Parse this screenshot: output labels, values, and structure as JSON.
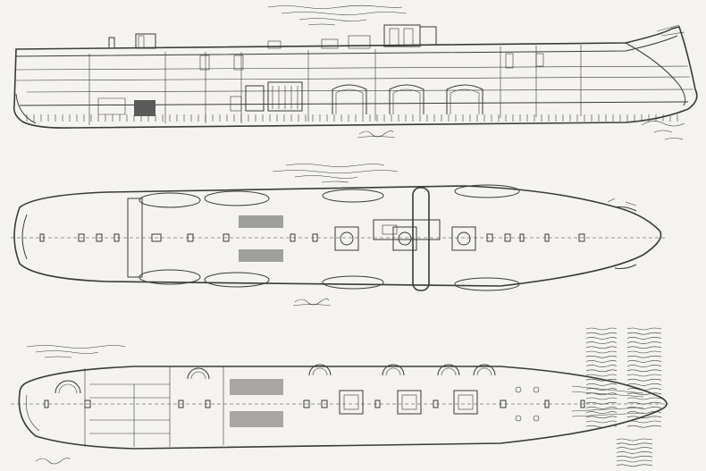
{
  "drawing": {
    "ink_color": "#3a3a3a",
    "paper_color": "#f4f3ef",
    "views": [
      {
        "id": "side-profile"
      },
      {
        "id": "upper-deck-plan"
      },
      {
        "id": "lower-deck-plan"
      }
    ]
  }
}
